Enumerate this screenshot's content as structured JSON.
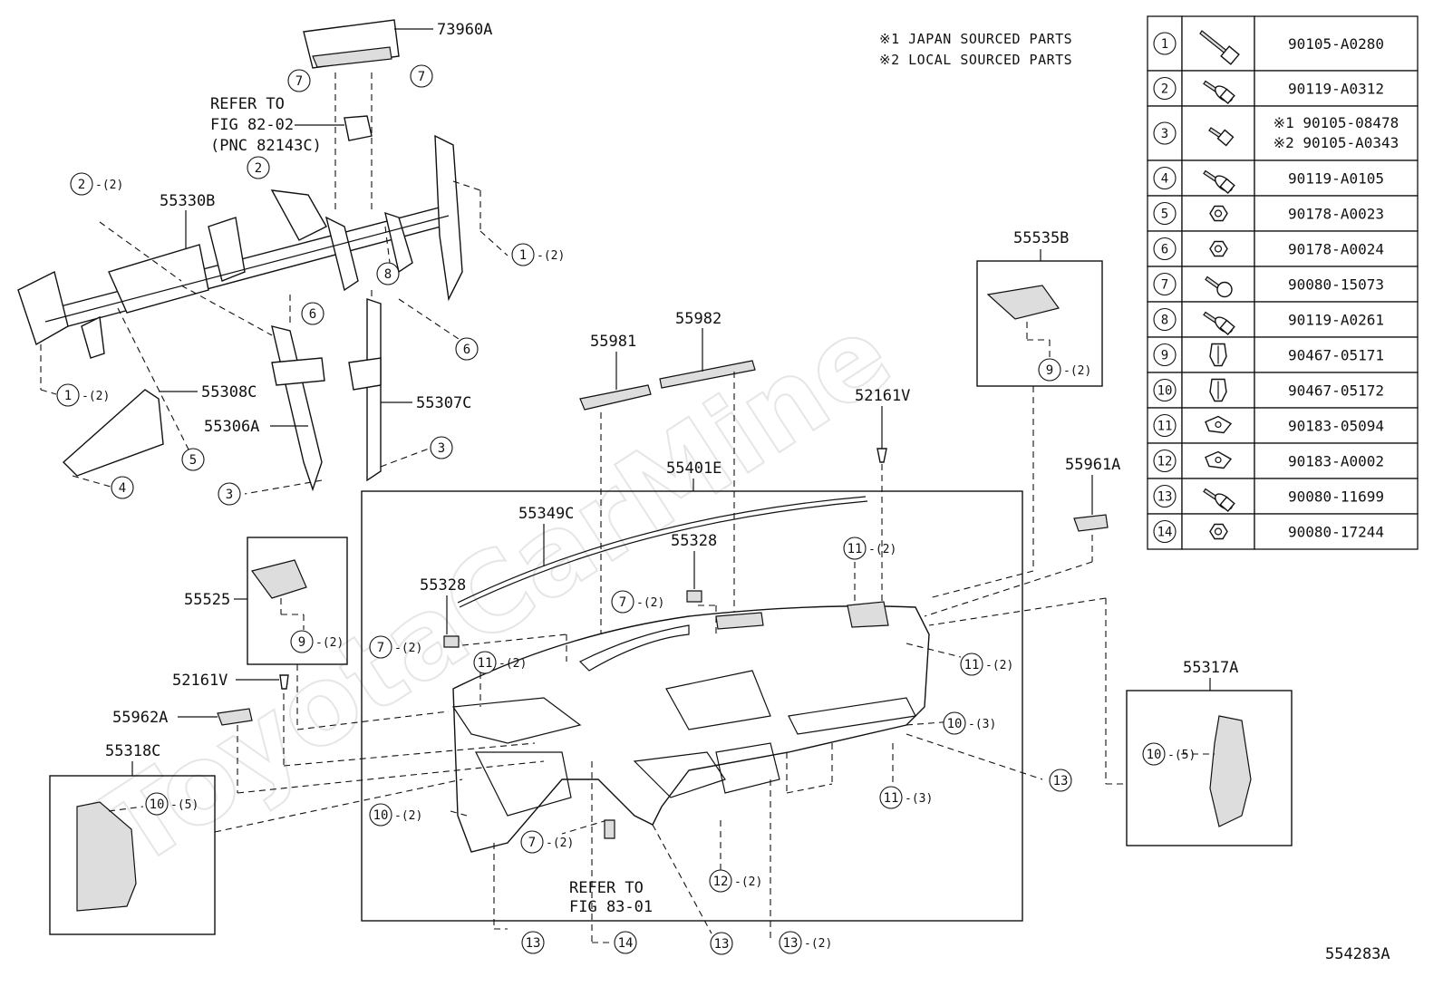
{
  "diagram_id": "554283A",
  "watermark": "ToyotaCarMine",
  "notes": [
    "※1 JAPAN SOURCED PARTS",
    "※2 LOCAL SOURCED PARTS"
  ],
  "part_labels": {
    "p73960A": "73960A",
    "p55330B": "55330B",
    "p55308C": "55308C",
    "p55306A": "55306A",
    "p55307C": "55307C",
    "p55535B": "55535B",
    "p55981": "55981",
    "p55982": "55982",
    "p52161V_a": "52161V",
    "p55961A": "55961A",
    "p55401E": "55401E",
    "p55349C": "55349C",
    "p55328_a": "55328",
    "p55328_b": "55328",
    "p55525": "55525",
    "p52161V_b": "52161V",
    "p55962A": "55962A",
    "p55318C": "55318C",
    "p55317A": "55317A"
  },
  "refer_a": [
    "REFER TO",
    "FIG 82-02",
    "(PNC 82143C)"
  ],
  "refer_b": [
    "REFER TO",
    "FIG 83-01"
  ],
  "callouts": {
    "c7a": {
      "num": "7",
      "qty": ""
    },
    "c7b": {
      "num": "7",
      "qty": ""
    },
    "c2a": {
      "num": "2",
      "qty": "-(2)"
    },
    "c2b": {
      "num": "2",
      "qty": ""
    },
    "c1a": {
      "num": "1",
      "qty": "-(2)"
    },
    "c1b": {
      "num": "1",
      "qty": "-(2)"
    },
    "c8": {
      "num": "8",
      "qty": ""
    },
    "c6a": {
      "num": "6",
      "qty": ""
    },
    "c6b": {
      "num": "6",
      "qty": ""
    },
    "c5": {
      "num": "5",
      "qty": ""
    },
    "c4": {
      "num": "4",
      "qty": ""
    },
    "c3a": {
      "num": "3",
      "qty": ""
    },
    "c3b": {
      "num": "3",
      "qty": ""
    },
    "c9a": {
      "num": "9",
      "qty": "-(2)"
    },
    "c9b": {
      "num": "9",
      "qty": "-(2)"
    },
    "c11a": {
      "num": "11",
      "qty": "-(2)"
    },
    "c11b": {
      "num": "11",
      "qty": "-(2)"
    },
    "c11c": {
      "num": "11",
      "qty": "-(2)"
    },
    "c11d": {
      "num": "11",
      "qty": "-(3)"
    },
    "c7c": {
      "num": "7",
      "qty": "-(2)"
    },
    "c7d": {
      "num": "7",
      "qty": "-(2)"
    },
    "c7e": {
      "num": "7",
      "qty": "-(2)"
    },
    "c10a": {
      "num": "10",
      "qty": "-(3)"
    },
    "c10b": {
      "num": "10",
      "qty": "-(2)"
    },
    "c10c": {
      "num": "10",
      "qty": "-(5)"
    },
    "c10d": {
      "num": "10",
      "qty": "-(5)"
    },
    "c12": {
      "num": "12",
      "qty": "-(2)"
    },
    "c13a": {
      "num": "13",
      "qty": ""
    },
    "c13b": {
      "num": "13",
      "qty": ""
    },
    "c13c": {
      "num": "13",
      "qty": ""
    },
    "c13d": {
      "num": "13",
      "qty": "-(2)"
    },
    "c14": {
      "num": "14",
      "qty": ""
    }
  },
  "fastener_table": [
    {
      "num": "1",
      "part": "90105-A0280",
      "icon": "long-bolt-icon"
    },
    {
      "num": "2",
      "part": "90119-A0312",
      "icon": "flange-bolt-icon"
    },
    {
      "num": "3",
      "part": [
        "※1 90105-08478",
        "※2 90105-A0343"
      ],
      "icon": "short-bolt-icon"
    },
    {
      "num": "4",
      "part": "90119-A0105",
      "icon": "flange-bolt-icon"
    },
    {
      "num": "5",
      "part": "90178-A0023",
      "icon": "nut-icon"
    },
    {
      "num": "6",
      "part": "90178-A0024",
      "icon": "nut-icon"
    },
    {
      "num": "7",
      "part": "90080-15073",
      "icon": "screw-icon"
    },
    {
      "num": "8",
      "part": "90119-A0261",
      "icon": "flange-bolt-icon"
    },
    {
      "num": "9",
      "part": "90467-05171",
      "icon": "clip-icon"
    },
    {
      "num": "10",
      "part": "90467-05172",
      "icon": "clip-icon"
    },
    {
      "num": "11",
      "part": "90183-05094",
      "icon": "speed-nut-icon"
    },
    {
      "num": "12",
      "part": "90183-A0002",
      "icon": "speed-nut-icon"
    },
    {
      "num": "13",
      "part": "90080-11699",
      "icon": "flange-bolt-icon"
    },
    {
      "num": "14",
      "part": "90080-17244",
      "icon": "nut-icon"
    }
  ]
}
